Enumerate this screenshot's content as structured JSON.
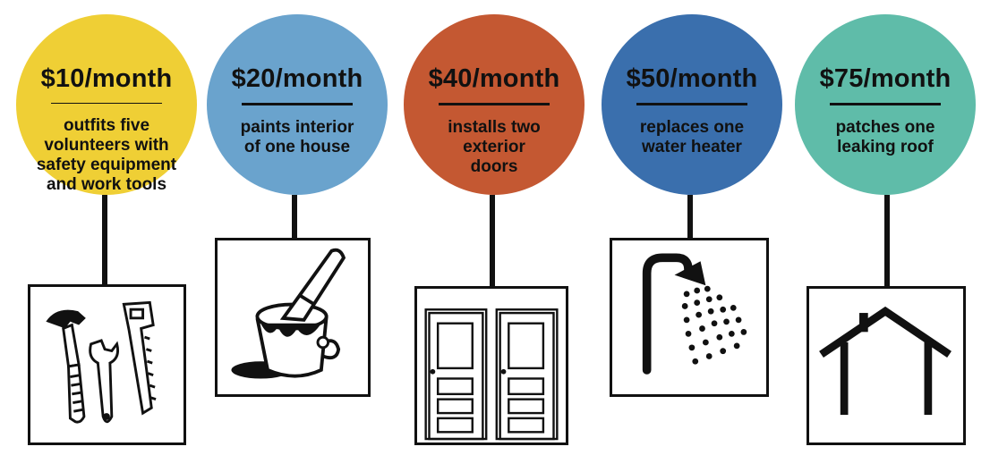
{
  "tiers": [
    {
      "amount": "$10/month",
      "lines": [
        "outfits five",
        "volunteers with",
        "safety equipment",
        "and work tools"
      ],
      "color": "#EFCF35",
      "icon": "tools-icon"
    },
    {
      "amount": "$20/month",
      "lines": [
        "paints interior",
        "of one house"
      ],
      "color": "#6AA3CD",
      "icon": "paint-bucket-icon"
    },
    {
      "amount": "$40/month",
      "lines": [
        "installs two",
        "exterior",
        "doors"
      ],
      "color": "#C45832",
      "icon": "doors-icon"
    },
    {
      "amount": "$50/month",
      "lines": [
        "replaces one",
        "water heater"
      ],
      "color": "#3A6FAD",
      "icon": "shower-icon"
    },
    {
      "amount": "$75/month",
      "lines": [
        "patches one",
        "leaking roof"
      ],
      "color": "#5FBCA9",
      "icon": "house-roof-icon"
    }
  ]
}
